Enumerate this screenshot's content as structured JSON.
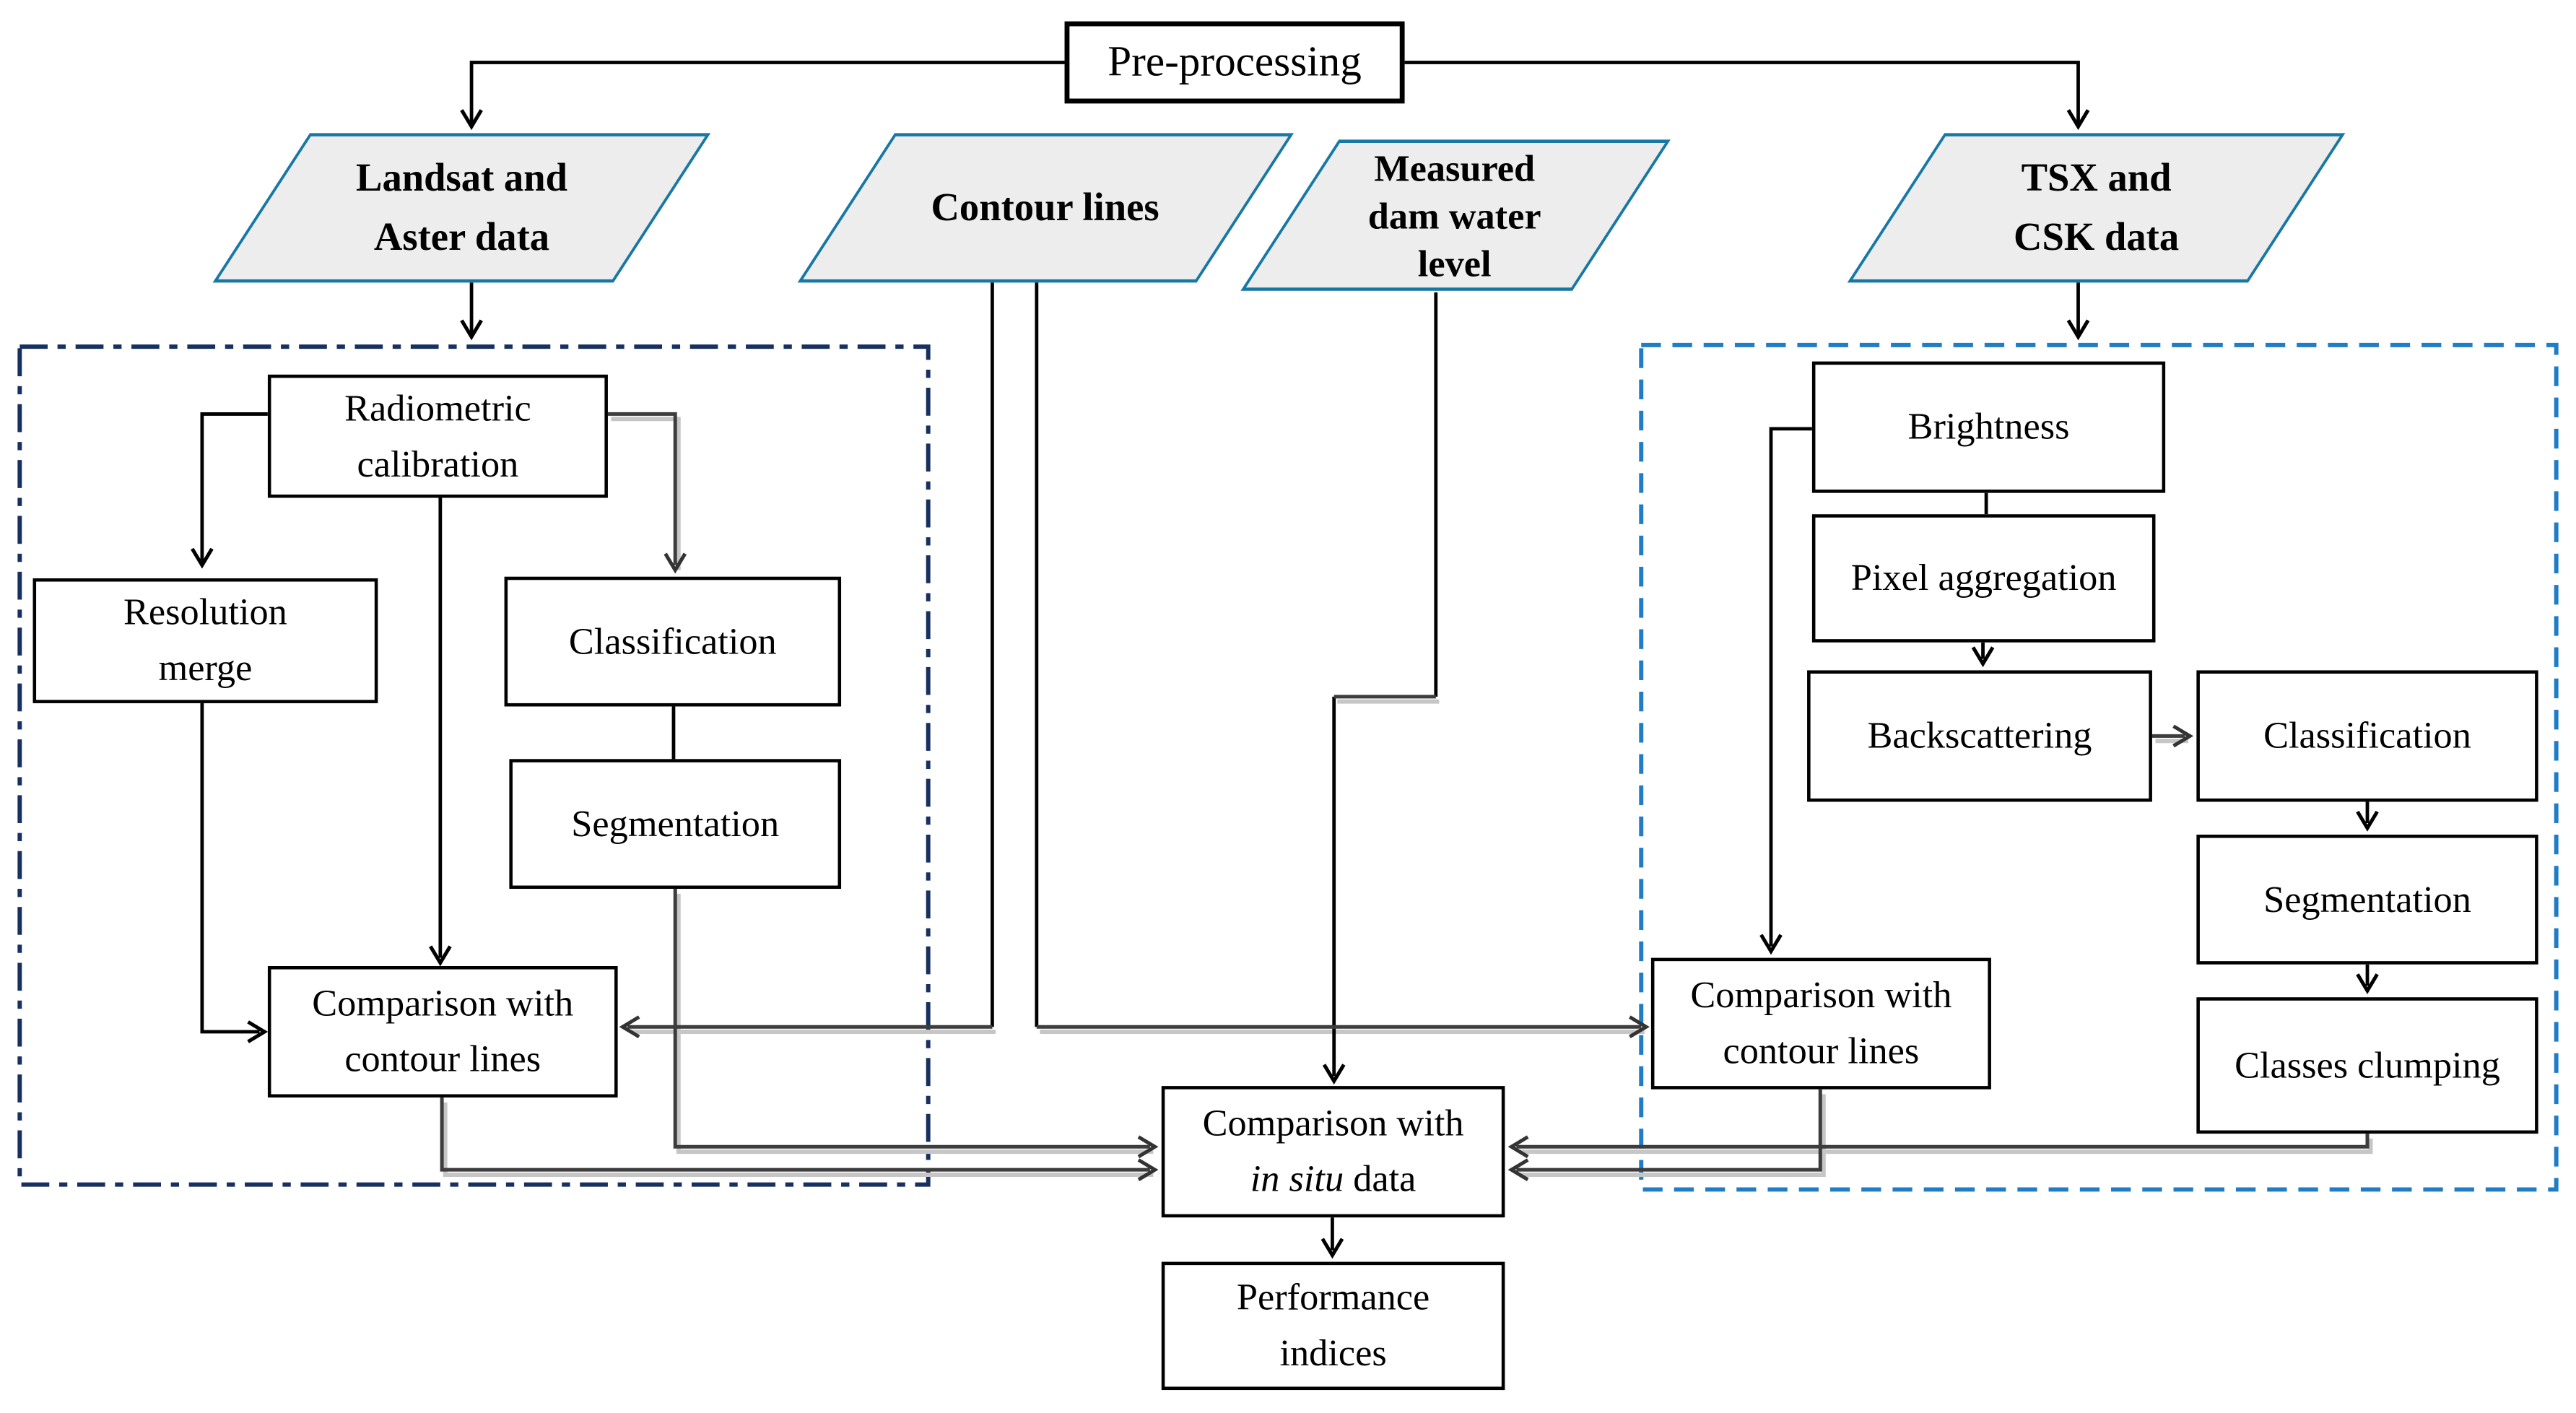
{
  "diagram": {
    "preprocessing": "Pre-processing",
    "inputs": {
      "landsat": "Landsat and\nAster data",
      "contour": "Contour lines",
      "measured": "Measured\ndam water\nlevel",
      "tsx": "TSX and\nCSK data"
    },
    "optical": {
      "radiometric": "Radiometric\ncalibration",
      "resolution_merge": "Resolution\nmerge",
      "classification": "Classification",
      "segmentation": "Segmentation",
      "comparison_contour": "Comparison with\ncontour lines"
    },
    "sar": {
      "brightness": "Brightness",
      "pixel_aggregation": "Pixel aggregation",
      "backscattering": "Backscattering",
      "classification": "Classification",
      "segmentation": "Segmentation",
      "classes_clumping": "Classes clumping",
      "comparison_contour": "Comparison with\ncontour lines"
    },
    "evaluation": {
      "comparison_insitu_line1": "Comparison with",
      "comparison_insitu_emph": "in situ",
      "comparison_insitu_tail": " data",
      "performance": "Performance\nindices"
    },
    "colors": {
      "input_border": "#1878a5",
      "input_fill": "#ededed",
      "optical_frame": "#17305f",
      "sar_frame": "#1f7dc5",
      "line": "#000000",
      "line_gray": "#3d3d3d"
    }
  }
}
